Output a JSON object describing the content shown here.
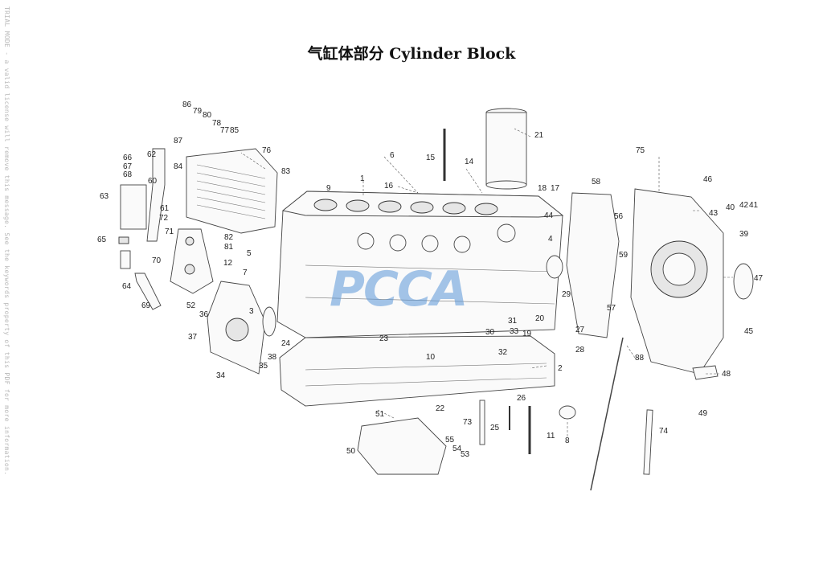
{
  "title": "气缸体部分  Cylinder Block",
  "side_watermark": "TRIAL MODE - a valid license will remove this message. See the keywords property of this PDF for more information.",
  "brand_watermark": "PCCA",
  "callouts": {
    "c1": "1",
    "c2": "2",
    "c3": "3",
    "c4": "4",
    "c5": "5",
    "c6": "6",
    "c7": "7",
    "c8": "8",
    "c9": "9",
    "c10": "10",
    "c11": "11",
    "c12": "12",
    "c14": "14",
    "c15": "15",
    "c16": "16",
    "c17": "17",
    "c18": "18",
    "c19": "19",
    "c20": "20",
    "c21": "21",
    "c22": "22",
    "c23": "23",
    "c24": "24",
    "c25": "25",
    "c26": "26",
    "c27": "27",
    "c28": "28",
    "c29": "29",
    "c30": "30",
    "c31": "31",
    "c32": "32",
    "c33": "33",
    "c34": "34",
    "c35": "35",
    "c36": "36",
    "c37": "37",
    "c38": "38",
    "c39": "39",
    "c40": "40",
    "c41": "41",
    "c42": "42",
    "c43": "43",
    "c44": "44",
    "c45": "45",
    "c46": "46",
    "c47": "47",
    "c48": "48",
    "c49": "49",
    "c50": "50",
    "c51": "51",
    "c52": "52",
    "c53": "53",
    "c54": "54",
    "c55": "55",
    "c56": "56",
    "c57": "57",
    "c58": "58",
    "c59": "59",
    "c60": "60",
    "c61": "61",
    "c62": "62",
    "c63": "63",
    "c64": "64",
    "c65": "65",
    "c66": "66",
    "c67": "67",
    "c68": "68",
    "c69": "69",
    "c70": "70",
    "c71": "71",
    "c72": "72",
    "c73": "73",
    "c74": "74",
    "c75": "75",
    "c76": "76",
    "c77": "77",
    "c78": "78",
    "c79": "79",
    "c80": "80",
    "c81": "81",
    "c82": "82",
    "c83": "83",
    "c84": "84",
    "c85": "85",
    "c86": "86",
    "c87": "87",
    "c88": "88"
  }
}
